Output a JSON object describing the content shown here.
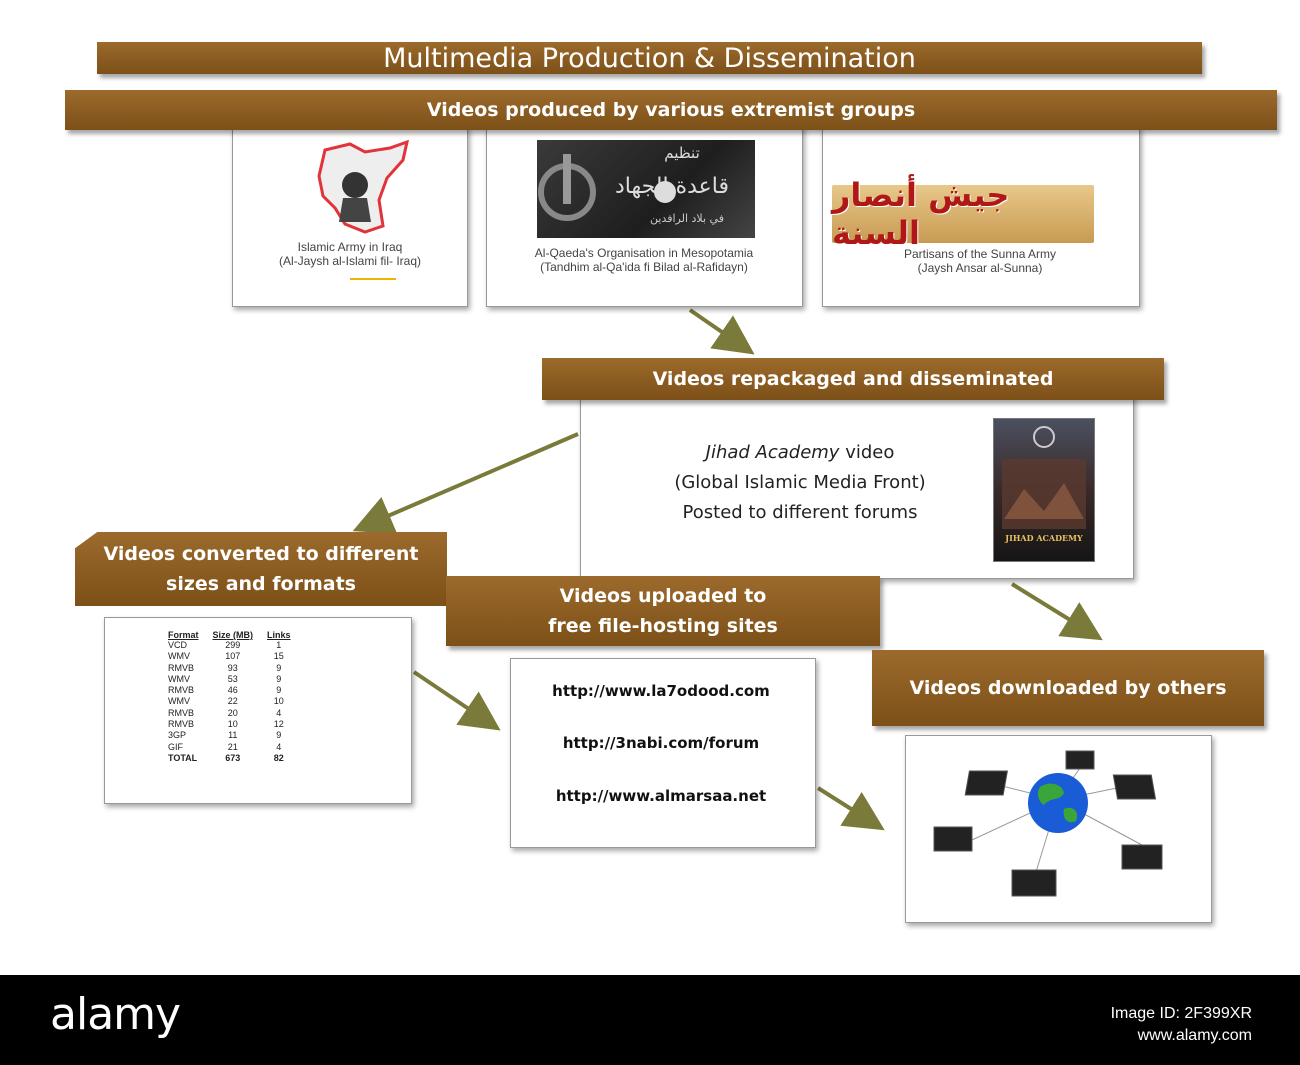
{
  "title": "Multimedia Production & Dissemination",
  "groups_banner": "Videos produced by various extremist groups",
  "groups": [
    {
      "name": "Islamic Army in Iraq",
      "translit": "(Al-Jaysh al-Islami fil- Iraq)"
    },
    {
      "name": "Al-Qaeda's Organisation in Mesopotamia",
      "translit": "(Tandhim al-Qa'ida fi Bilad al-Rafidayn)"
    },
    {
      "name": "Partisans of the Sunna Army",
      "translit": "(Jaysh Ansar al-Sunna)"
    }
  ],
  "logo_text": {
    "aqi_arabic_top": "تنظيم",
    "aqi_arabic_mid": "قاعدة الجهاد",
    "aqi_arabic_bottom": "في بلاد الرافدين",
    "ansar_arabic": "جيش أنصار السنة"
  },
  "repackaged_banner": "Videos repackaged and disseminated",
  "academy": {
    "line1_italic": "Jihad Academy",
    "line1_rest": " video",
    "line2": "(Global Islamic Media Front)",
    "line3": "Posted to different forums",
    "poster_label": "JIHAD ACADEMY"
  },
  "converted_banner": {
    "line1": "Videos converted to different",
    "line2": "sizes and formats"
  },
  "formats_table": {
    "headers": [
      "Format",
      "Size (MB)",
      "Links"
    ],
    "rows": [
      [
        "VCD",
        "299",
        "1"
      ],
      [
        "WMV",
        "107",
        "15"
      ],
      [
        "RMVB",
        "93",
        "9"
      ],
      [
        "WMV",
        "53",
        "9"
      ],
      [
        "RMVB",
        "46",
        "9"
      ],
      [
        "WMV",
        "22",
        "10"
      ],
      [
        "RMVB",
        "20",
        "4"
      ],
      [
        "RMVB",
        "10",
        "12"
      ],
      [
        "3GP",
        "11",
        "9"
      ],
      [
        "GIF",
        "21",
        "4"
      ],
      [
        "TOTAL",
        "673",
        "82"
      ]
    ]
  },
  "uploaded_banner": {
    "line1": "Videos uploaded to",
    "line2": "free file-hosting sites"
  },
  "urls": [
    "http://www.la7odood.com",
    "http://3nabi.com/forum",
    "http://www.almarsaa.net"
  ],
  "downloaded_banner": "Videos downloaded by others",
  "footer": {
    "brand": "alamy",
    "image_id": "Image ID: 2F399XR",
    "site": "www.alamy.com"
  },
  "colors": {
    "banner": "#8a5a20",
    "arrow": "#7a7a3a",
    "footer_bg": "#000000"
  }
}
